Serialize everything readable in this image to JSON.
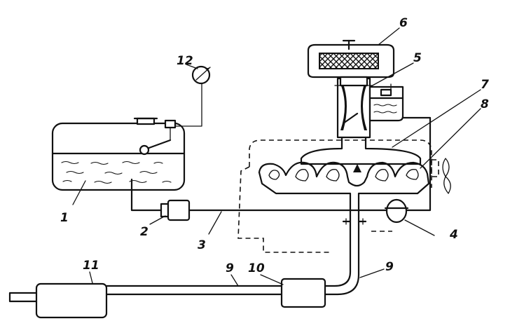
{
  "diagram": {
    "callouts": [
      {
        "id": "c1",
        "label": "1"
      },
      {
        "id": "c2",
        "label": "2"
      },
      {
        "id": "c3",
        "label": "3"
      },
      {
        "id": "c4",
        "label": "4"
      },
      {
        "id": "c5",
        "label": "5"
      },
      {
        "id": "c6",
        "label": "6"
      },
      {
        "id": "c7",
        "label": "7"
      },
      {
        "id": "c8",
        "label": "8"
      },
      {
        "id": "c9a",
        "label": "9"
      },
      {
        "id": "c9b",
        "label": "9"
      },
      {
        "id": "c10",
        "label": "10"
      },
      {
        "id": "c11",
        "label": "11"
      },
      {
        "id": "c12",
        "label": "12"
      }
    ]
  }
}
